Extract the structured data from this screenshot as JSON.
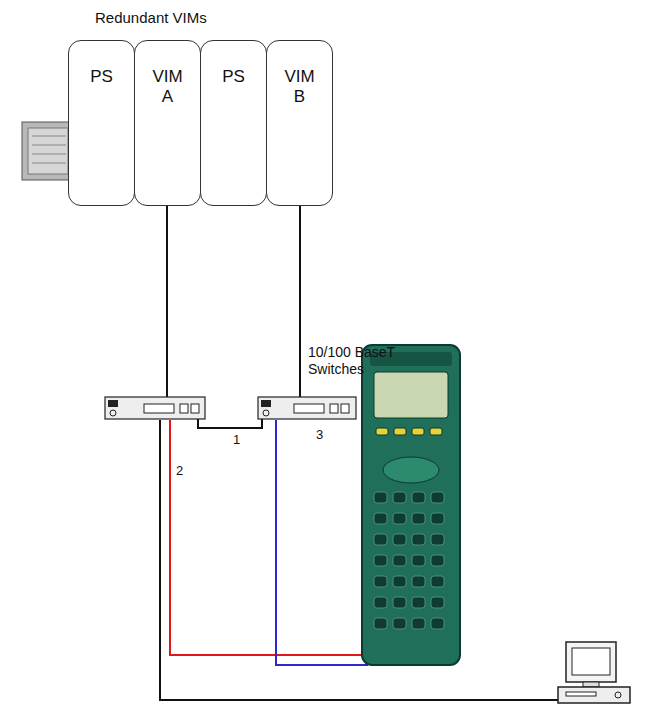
{
  "diagram": {
    "title": "Redundant VIMs",
    "nodes": [
      {
        "text": [
          "PS"
        ]
      },
      {
        "text": [
          "VIM A"
        ]
      },
      {
        "text": [
          "PS"
        ]
      },
      {
        "text": [
          "VIM B"
        ]
      }
    ],
    "labels": [
      "10/100 BaseT Switches",
      "1",
      "2",
      "3"
    ]
  }
}
